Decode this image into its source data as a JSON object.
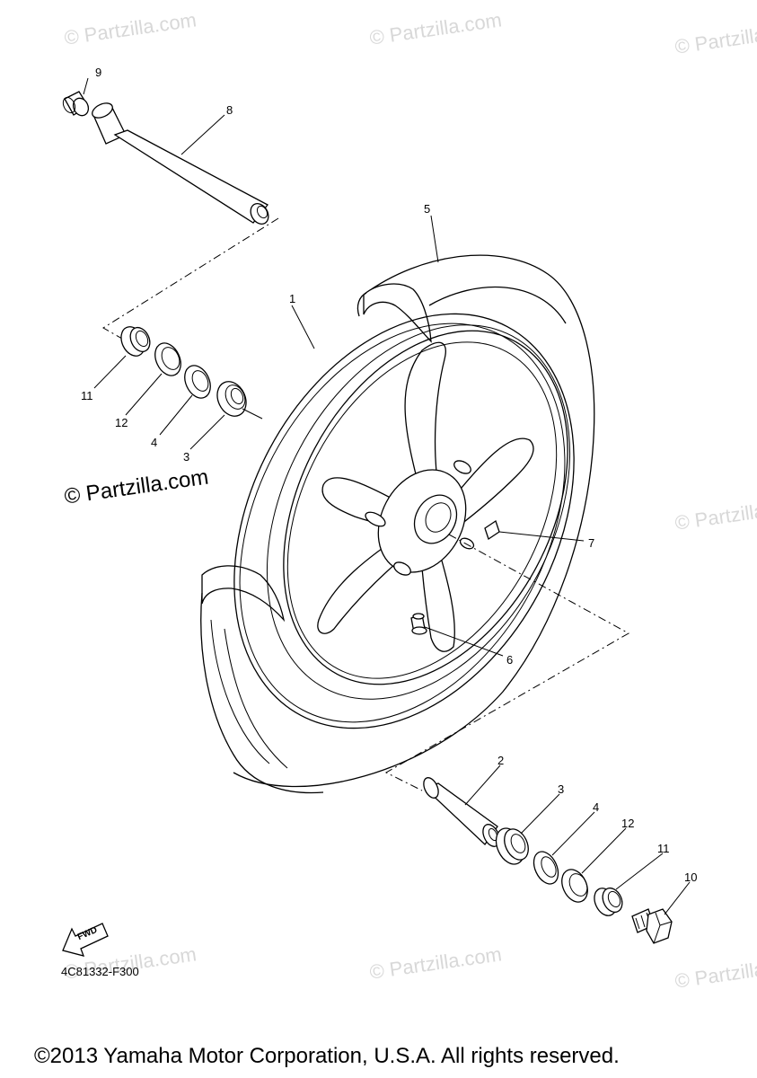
{
  "watermark": "© Partzilla.com",
  "watermark_dim": "© Partzilla.com",
  "callouts": {
    "c1": "1",
    "c2": "2",
    "c3a": "3",
    "c3b": "3",
    "c4a": "4",
    "c4b": "4",
    "c5": "5",
    "c6": "6",
    "c7": "7",
    "c8": "8",
    "c9": "9",
    "c10": "10",
    "c11a": "11",
    "c11b": "11",
    "c12a": "12",
    "c12b": "12"
  },
  "fwd_label": "FWD",
  "catalog_number": "4C81332-F300",
  "copyright": "©2013 Yamaha Motor Corporation, U.S.A. All rights reserved.",
  "colors": {
    "line": "#000000",
    "watermark": "#d8d8d8",
    "background": "#ffffff"
  }
}
